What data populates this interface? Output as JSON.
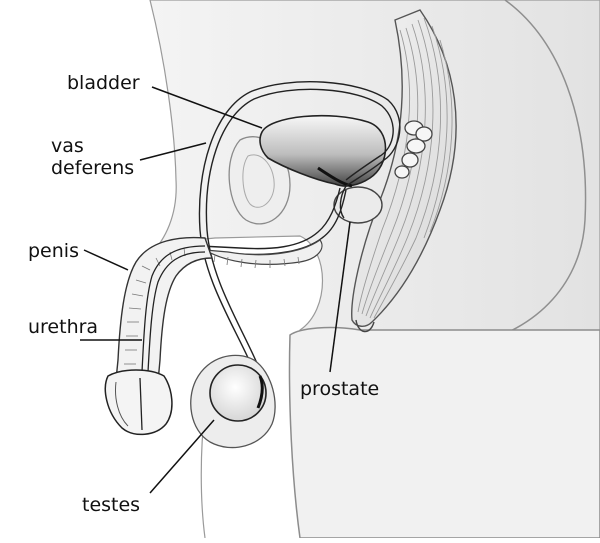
{
  "labels": {
    "bladder": "bladder",
    "vas_deferens_line1": "vas",
    "vas_deferens_line2": "deferens",
    "penis": "penis",
    "urethra": "urethra",
    "prostate": "prostate",
    "testes": "testes"
  },
  "colors": {
    "outline": "#222222",
    "soft_outline": "#9a9a9a",
    "skin_shade": "#e9e9e9",
    "background": "#ffffff",
    "bladder_fill": "#555555"
  }
}
